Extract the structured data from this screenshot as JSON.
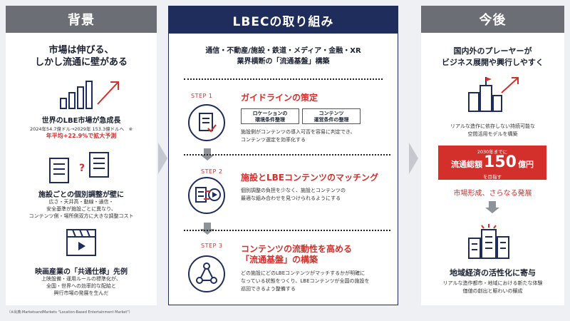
{
  "left": {
    "header": "背景",
    "headline_1": "市場は伸びる、",
    "headline_2": "しかし流通に壁がある",
    "market_title": "世界のLBE市場が急成長",
    "market_detail": "2024年54.7億ドル→2029年 153.3億ドルへ　※",
    "market_growth": "年平均+22.9%で拡大予測",
    "wall_title": "施設ごとの個別調整が壁に",
    "wall_desc_1": "広さ・天井高・動線・通信・",
    "wall_desc_2": "安全基準が施設ごとに異なり、",
    "wall_desc_3": "コンテンツ側・場所側双方に大きな調整コスト",
    "film_title": "映画産業の「共通仕様」先例",
    "film_desc_1": "上映設備・運用ルールの標準化が、",
    "film_desc_2": "全国・世界への効率的な配給と",
    "film_desc_3": "興行市場の発展を生んだ",
    "footnote": "（※出典:MarketsandMarkets \"Location-Based Entertainment Market\"）",
    "question_mark": "?"
  },
  "middle": {
    "header": "LBECの取り組み",
    "intro_1": "通信・不動産/施設・鉄道・メディア・金融・XR",
    "intro_2": "業界横断の「流通基盤」構築",
    "step1": {
      "label": "STEP 1",
      "title": "ガイドラインの策定",
      "tag1_line1": "ロケーションの",
      "tag1_line2": "環境条件整理",
      "tag2_line1": "コンテンツ",
      "tag2_line2": "運営条件の整理",
      "desc_1": "施設側がコンテンツの導入可否を容易に判定でき、",
      "desc_2": "コンテンツ選定を効率化する"
    },
    "step2": {
      "label": "STEP 2",
      "title": "施設とLBEコンテンツのマッチング",
      "desc_1": "個別調整の負担を少なく、施設とコンテンツの",
      "desc_2": "最適な組み合わせを見つけられるようにする"
    },
    "step3": {
      "label": "STEP 3",
      "title_1": "コンテンツの流動性を高める",
      "title_2": "「流通基盤」の構築",
      "desc_1": "どの施設にどのLBEコンテンツがマッチするかが明確に",
      "desc_2": "なっている状態をつくり、LBEコンテンツが全国の施設を",
      "desc_3": "巡回できるよう整備する"
    }
  },
  "right": {
    "header": "今後",
    "headline_1": "国内外のプレーヤーが",
    "headline_2": "ビジネス展開や興行しやすく",
    "model_desc_1": "リアルな造作に依存しない持続可能な",
    "model_desc_2": "空間活用モデルを構築",
    "target_year": "2030年までに",
    "target_prefix": "流通総額",
    "target_value": "150",
    "target_unit": "億円",
    "target_suffix": "を目指す",
    "market_formation": "市場形成、さらなる発展",
    "impact_title": "地域経済の活性化に寄与",
    "impact_desc_1": "リアルな造作都市・地域における新たな体験",
    "impact_desc_2": "価値の創出と賑わいの醸成"
  },
  "colors": {
    "navy": "#1e2d5c",
    "red": "#d4302b",
    "gray_header": "#6b6e74",
    "background": "#eef0f3"
  }
}
